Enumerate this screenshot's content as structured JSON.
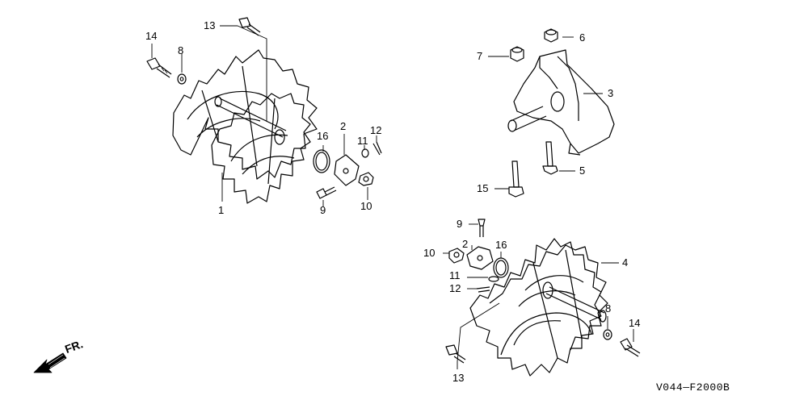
{
  "diagram": {
    "doc_code": "V044—F2000B",
    "direction_label": "FR.",
    "colors": {
      "line": "#000000",
      "background": "#ffffff"
    },
    "callouts": [
      {
        "id": "c14a",
        "text": "14"
      },
      {
        "id": "c8a",
        "text": "8"
      },
      {
        "id": "c13a",
        "text": "13"
      },
      {
        "id": "c16a",
        "text": "16"
      },
      {
        "id": "c2a",
        "text": "2"
      },
      {
        "id": "c11a",
        "text": "11"
      },
      {
        "id": "c12a",
        "text": "12"
      },
      {
        "id": "c9a",
        "text": "9"
      },
      {
        "id": "c10a",
        "text": "10"
      },
      {
        "id": "c1",
        "text": "1"
      },
      {
        "id": "c6",
        "text": "6"
      },
      {
        "id": "c7",
        "text": "7"
      },
      {
        "id": "c3",
        "text": "3"
      },
      {
        "id": "c5",
        "text": "5"
      },
      {
        "id": "c15",
        "text": "15"
      },
      {
        "id": "c9b",
        "text": "9"
      },
      {
        "id": "c2b",
        "text": "2"
      },
      {
        "id": "c16b",
        "text": "16"
      },
      {
        "id": "c4",
        "text": "4"
      },
      {
        "id": "c10b",
        "text": "10"
      },
      {
        "id": "c11b",
        "text": "11"
      },
      {
        "id": "c12b",
        "text": "12"
      },
      {
        "id": "c8b",
        "text": "8"
      },
      {
        "id": "c14b",
        "text": "14"
      },
      {
        "id": "c13b",
        "text": "13"
      }
    ]
  }
}
